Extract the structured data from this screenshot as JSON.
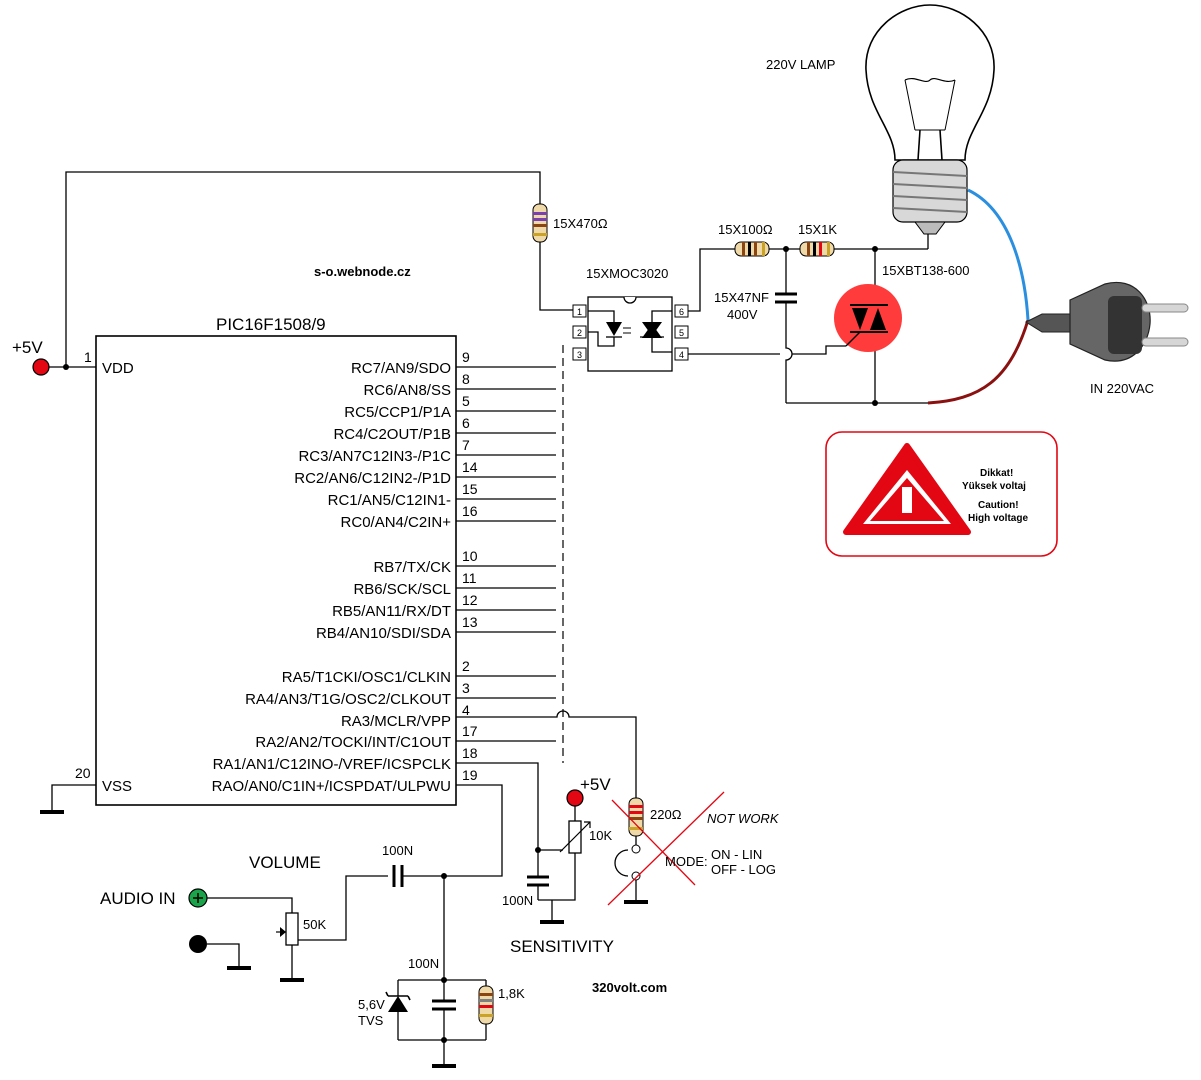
{
  "labels": {
    "vplus": "+5V",
    "vplus2": "+5V",
    "website1": "s-o.webnode.cz",
    "website2": "320volt.com",
    "lamp": "220V LAMP",
    "mains": "IN 220VAC",
    "r_gate": "15X470Ω",
    "r_100": "15X100Ω",
    "r_1k": "15X1K",
    "opto": "15XMOC3020",
    "cap_snub_a": "15X47NF",
    "cap_snub_b": "400V",
    "triac": "15XBT138-600",
    "volume": "VOLUME",
    "audio_in": "AUDIO IN",
    "pot_vol": "50K",
    "cap_100n_a": "100N",
    "cap_100n_b": "100N",
    "cap_100n_c": "100N",
    "zener_a": "5,6V",
    "zener_b": "TVS",
    "r_18k": "1,8K",
    "sensitivity": "SENSITIVITY",
    "pot_sens": "10K",
    "r_220": "220Ω",
    "not_work": "NOT WORK",
    "mode": "MODE:",
    "mode_on": "ON - LIN",
    "mode_off": "OFF - LOG"
  },
  "ic": {
    "title": "PIC16F1508/9",
    "left_pins": [
      {
        "num": "1",
        "name": "VDD"
      },
      {
        "num": "20",
        "name": "VSS"
      }
    ],
    "right_pins": [
      {
        "num": "9",
        "name": "RC7/AN9/SDO"
      },
      {
        "num": "8",
        "name": "RC6/AN8/SS"
      },
      {
        "num": "5",
        "name": "RC5/CCP1/P1A"
      },
      {
        "num": "6",
        "name": "RC4/C2OUT/P1B"
      },
      {
        "num": "7",
        "name": "RC3/AN7C12IN3-/P1C"
      },
      {
        "num": "14",
        "name": "RC2/AN6/C12IN2-/P1D"
      },
      {
        "num": "15",
        "name": "RC1/AN5/C12IN1-"
      },
      {
        "num": "16",
        "name": "RC0/AN4/C2IN+"
      },
      {
        "num": "10",
        "name": "RB7/TX/CK"
      },
      {
        "num": "11",
        "name": "RB6/SCK/SCL"
      },
      {
        "num": "12",
        "name": "RB5/AN11/RX/DT"
      },
      {
        "num": "13",
        "name": "RB4/AN10/SDI/SDA"
      },
      {
        "num": "2",
        "name": "RA5/T1CKI/OSC1/CLKIN"
      },
      {
        "num": "3",
        "name": "RA4/AN3/T1G/OSC2/CLKOUT"
      },
      {
        "num": "4",
        "name": "RA3/MCLR/VPP"
      },
      {
        "num": "17",
        "name": "RA2/AN2/TOCKI/INT/C1OUT"
      },
      {
        "num": "18",
        "name": "RA1/AN1/C12INO-/VREF/ICSPCLK"
      },
      {
        "num": "19",
        "name": "RAO/AN0/C1IN+/ICSPDAT/ULPWU"
      }
    ]
  },
  "opto_pins": [
    "1",
    "2",
    "3",
    "6",
    "5",
    "4"
  ],
  "warning": {
    "line1": "Dikkat!",
    "line2": "Yüksek voltaj",
    "line3": "Caution!",
    "line4": "High voltage",
    "icon": "warning-triangle-icon",
    "color": "#e30613"
  },
  "colors": {
    "red_node": "#e30613",
    "green_node": "#1aa34a",
    "live_wire": "#2b8fe0",
    "neutral_wire": "#8b1010",
    "triac_fill": "#ff3b3b"
  }
}
